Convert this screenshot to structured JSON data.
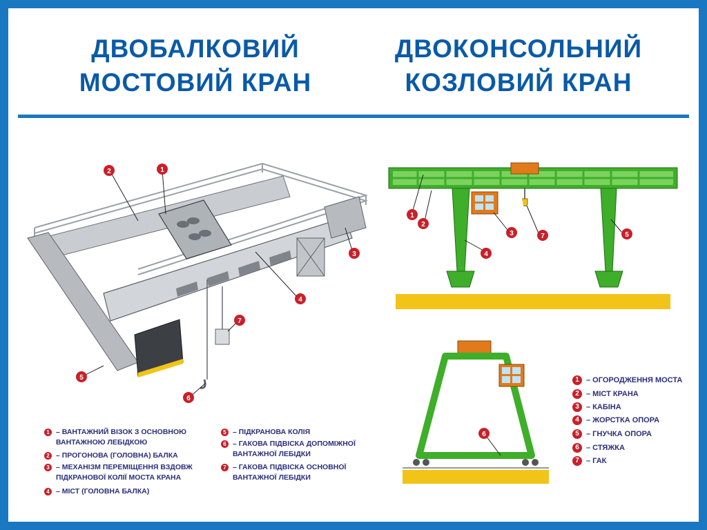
{
  "titles": {
    "left_line1": "ДВОБАЛКОВИЙ",
    "left_line2": "МОСТОВИЙ КРАН",
    "right_line1": "ДВОКОНСОЛЬНИЙ",
    "right_line2": "КОЗЛОВИЙ КРАН"
  },
  "bridge_crane": {
    "callouts": [
      "1",
      "2",
      "3",
      "4",
      "5",
      "6",
      "7"
    ],
    "legend_left": [
      {
        "num": "1",
        "text": "– ВАНТАЖНИЙ ВІЗОК З ОСНОВНОЮ\nВАНТАЖНОЮ ЛЕБІДКОЮ"
      },
      {
        "num": "2",
        "text": "– ПРОГОНОВА (ГОЛОВНА) БАЛКА"
      },
      {
        "num": "3",
        "text": "– МЕХАНІЗМ ПЕРЕМІЩЕННЯ ВЗДОВЖ\nПІДКРАНОВОЇ КОЛІЇ МОСТА КРАНА"
      },
      {
        "num": "4",
        "text": "– МІСТ (ГОЛОВНА БАЛКА)"
      }
    ],
    "legend_right": [
      {
        "num": "5",
        "text": "– ПІДКРАНОВА КОЛІЯ"
      },
      {
        "num": "6",
        "text": "– ГАКОВА ПІДВІСКА ДОПОМІЖНОЇ\nВАНТАЖНОЇ ЛЕБІДКИ"
      },
      {
        "num": "7",
        "text": "– ГАКОВА ПІДВІСКА ОСНОВНОЇ\nВАНТАЖНОЇ ЛЕБІДКИ"
      }
    ]
  },
  "gantry_crane": {
    "callouts": [
      "1",
      "2",
      "3",
      "4",
      "5",
      "6",
      "7"
    ],
    "legend": [
      {
        "num": "1",
        "text": "– ОГОРОДЖЕННЯ МОСТА"
      },
      {
        "num": "2",
        "text": "– МІСТ КРАНА"
      },
      {
        "num": "3",
        "text": "– КАБІНА"
      },
      {
        "num": "4",
        "text": "– ЖОРСТКА ОПОРА"
      },
      {
        "num": "5",
        "text": "– ГНУЧКА ОПОРА"
      },
      {
        "num": "6",
        "text": "– СТЯЖКА"
      },
      {
        "num": "7",
        "text": "– ГАК"
      }
    ]
  },
  "colors": {
    "border": "#1a78c2",
    "title": "#0a5aa8",
    "badge": "#c8202a",
    "legend_text": "#2a2f7a",
    "crane_green": "#3fae2a",
    "rail_yellow": "#f2c418",
    "steel_grey": "#c9ccd0"
  }
}
